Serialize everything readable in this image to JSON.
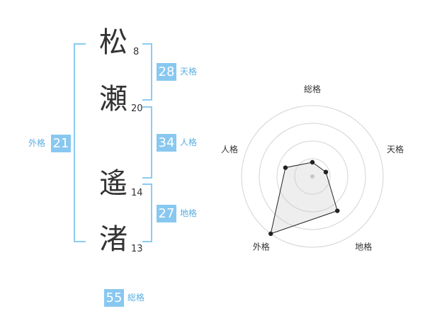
{
  "name": {
    "chars": [
      {
        "kanji": "松",
        "strokes": "8"
      },
      {
        "kanji": "瀬",
        "strokes": "20"
      },
      {
        "kanji": "遙",
        "strokes": "14"
      },
      {
        "kanji": "渚",
        "strokes": "13"
      }
    ]
  },
  "fortunes": {
    "tenkaku": {
      "value": "28",
      "label": "天格"
    },
    "jinkaku": {
      "value": "34",
      "label": "人格"
    },
    "chikaku": {
      "value": "27",
      "label": "地格"
    },
    "gaikaku": {
      "value": "21",
      "label": "外格"
    },
    "soukaku": {
      "value": "55",
      "label": "総格"
    }
  },
  "colors": {
    "accent": "#88c8f0",
    "label": "#5aaee0",
    "bracket": "#8ccbf1"
  },
  "chart_data": {
    "type": "radar",
    "axes": [
      "総格",
      "天格",
      "地格",
      "外格",
      "人格"
    ],
    "values": [
      1,
      1,
      3,
      5,
      2
    ],
    "range": [
      0,
      5
    ],
    "rings": 4,
    "grid": true
  }
}
